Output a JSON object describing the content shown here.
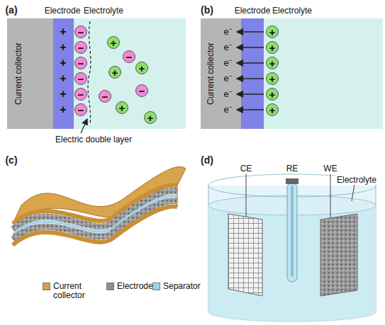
{
  "diagram": {
    "nodes": [
      {
        "text": [
          "−"
        ]
      },
      {
        "text": [
          "−"
        ]
      },
      {
        "text": [
          "−"
        ]
      },
      {
        "text": [
          "−"
        ]
      },
      {
        "text": [
          "−"
        ]
      },
      {
        "text": [
          "−"
        ]
      },
      {
        "text": [
          "+"
        ]
      },
      {
        "text": [
          "−"
        ]
      },
      {
        "text": [
          "+"
        ]
      },
      {
        "text": [
          "+"
        ]
      },
      {
        "text": [
          "−"
        ]
      },
      {
        "text": [
          "−"
        ]
      },
      {
        "text": [
          "+"
        ]
      },
      {
        "text": [
          "+"
        ]
      },
      {
        "text": [
          "+"
        ]
      },
      {
        "text": [
          "+"
        ]
      },
      {
        "text": [
          "+"
        ]
      },
      {
        "text": [
          "+"
        ]
      },
      {
        "text": [
          "+"
        ]
      },
      {
        "text": [
          "+"
        ]
      }
    ],
    "labels": [
      "(a)",
      "Electrode",
      "Electrolyte",
      "Current collector",
      "+",
      "+",
      "+",
      "+",
      "+",
      "+",
      "Electric double layer",
      "(b)",
      "Electrode",
      "Electrolyte",
      "Current collector",
      "e⁻",
      "e⁻",
      "e⁻",
      "e⁻",
      "e⁻",
      "e⁻",
      "(c)",
      "(d)",
      "CE",
      "RE",
      "WE",
      "Electrolyte"
    ],
    "legend": [
      {
        "text": "Current collector",
        "color": "#d4a04a"
      },
      {
        "text": "Electrode",
        "color": "#8f8f8f"
      },
      {
        "text": "Separator",
        "color": "#9fd3ea"
      }
    ]
  }
}
